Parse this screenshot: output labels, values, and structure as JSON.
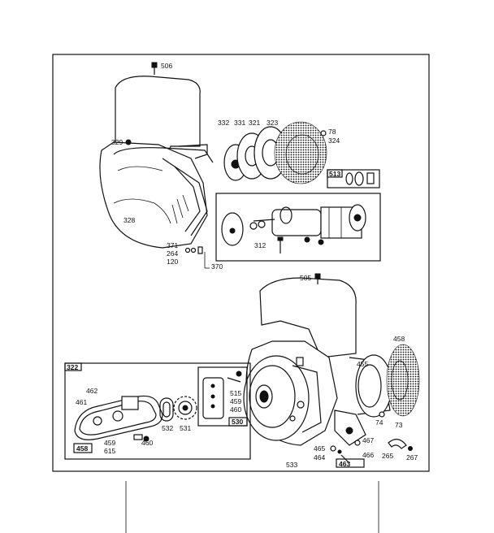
{
  "parts": {
    "top": [
      "506",
      "329",
      "332",
      "331",
      "321",
      "323",
      "78",
      "324",
      "513",
      "328",
      "371",
      "264",
      "120",
      "370",
      "312"
    ],
    "bottom": [
      "505",
      "458",
      "455",
      "74",
      "73",
      "322",
      "462",
      "461",
      "459",
      "615",
      "460",
      "458",
      "532",
      "531",
      "515",
      "459",
      "460",
      "530",
      "533",
      "467",
      "465",
      "464",
      "466",
      "463",
      "265",
      "267"
    ]
  },
  "labels": {
    "p506": "506",
    "p329": "329",
    "p332": "332",
    "p331": "331",
    "p321": "321",
    "p323": "323",
    "p78": "78",
    "p324": "324",
    "p513": "513",
    "p328": "328",
    "p371": "371",
    "p264": "264",
    "p120": "120",
    "p370": "370",
    "p312": "312",
    "p505": "505",
    "p458a": "458",
    "p455": "455",
    "p74": "74",
    "p73": "73",
    "p322": "322",
    "p462": "462",
    "p461": "461",
    "p459a": "459",
    "p615": "615",
    "p460a": "460",
    "p458b": "458",
    "p532": "532",
    "p531": "531",
    "p515": "515",
    "p459b": "459",
    "p460b": "460",
    "p530": "530",
    "p533": "533",
    "p467": "467",
    "p465": "465",
    "p464": "464",
    "p466": "466",
    "p463": "463",
    "p265": "265",
    "p267": "267"
  }
}
